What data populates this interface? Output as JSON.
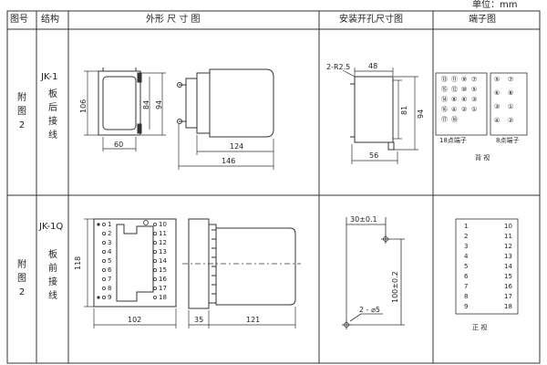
{
  "unit_label": "单位：mm",
  "header": {
    "col_fig": "图号",
    "col_struct": "结构",
    "col_outline": "外形 尺 寸 图",
    "col_cutout": "安装开孔尺寸图",
    "col_terminal": "端子图"
  },
  "row1": {
    "fig": [
      "附",
      "图",
      "2"
    ],
    "model": "JK-1",
    "struct": [
      "板",
      "后",
      "接",
      "线"
    ],
    "outline": {
      "h106": "106",
      "h84": "84",
      "h94": "94",
      "w60": "60",
      "w124": "124",
      "w146": "146"
    },
    "cutout": {
      "r": "2-R2.5",
      "w48": "48",
      "h81": "81",
      "h94": "94",
      "w56": "56"
    },
    "terminal": {
      "left_numbers": [
        "⑬",
        "⑪",
        "⑨",
        "⑦",
        "⑤",
        "③",
        "①",
        "⑮",
        "⑫",
        "⑩",
        "⑧",
        "⑥",
        "④",
        "②",
        "⑭",
        "⑯",
        "⑰",
        "⑱"
      ],
      "left_caption": "18点端子",
      "right_numbers": [
        "⑤",
        "⑦",
        "⑥",
        "⑧",
        "③",
        "①",
        "④",
        "②"
      ],
      "right_caption": "8点端子",
      "view": "背  视"
    }
  },
  "row2": {
    "fig": [
      "附",
      "图",
      "2"
    ],
    "model": "JK-1Q",
    "struct": [
      "板",
      "前",
      "接",
      "线"
    ],
    "outline": {
      "left_terms": [
        "1",
        "2",
        "3",
        "4",
        "5",
        "6",
        "7",
        "8",
        "9"
      ],
      "right_terms": [
        "10",
        "11",
        "12",
        "13",
        "14",
        "15",
        "16",
        "17",
        "18"
      ],
      "h118": "118",
      "w102": "102",
      "w35": "35",
      "w121": "121"
    },
    "cutout": {
      "w30": "30±0.1",
      "h100": "100±0.2",
      "hole": "2 - ⌀5"
    },
    "terminal": {
      "left": [
        "1",
        "2",
        "3",
        "4",
        "5",
        "6",
        "7",
        "8",
        "9"
      ],
      "right": [
        "10",
        "11",
        "12",
        "13",
        "14",
        "15",
        "16",
        "17",
        "18"
      ],
      "view": "正  视"
    }
  }
}
